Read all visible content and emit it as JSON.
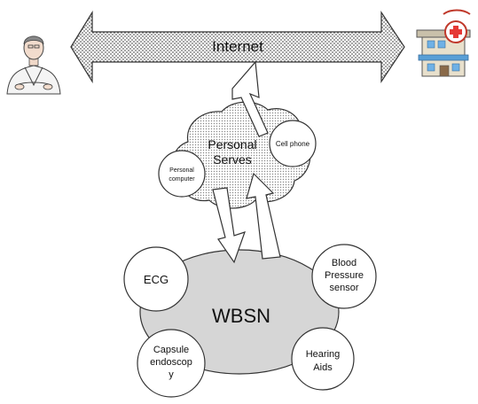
{
  "internet": {
    "label": "Internet"
  },
  "personal_servers": {
    "label_line1": "Personal",
    "label_line2": "Serves"
  },
  "cell_phone": {
    "label": "Cell phone"
  },
  "personal_computer": {
    "label_line1": "Personal",
    "label_line2": "computer"
  },
  "wbsn": {
    "label": "WBSN"
  },
  "sensors": {
    "ecg": {
      "label": "ECG"
    },
    "blood_pressure": {
      "line1": "Blood",
      "line2": "Pressure",
      "line3": "sensor"
    },
    "capsule": {
      "line1": "Capsule",
      "line2": "endoscop",
      "line3": "y"
    },
    "hearing": {
      "line1": "Hearing",
      "line2": "Aids"
    }
  },
  "colors": {
    "pattern_fill": "#bdbdbd",
    "wbsn_fill": "#d6d6d6",
    "stroke": "#333333"
  }
}
